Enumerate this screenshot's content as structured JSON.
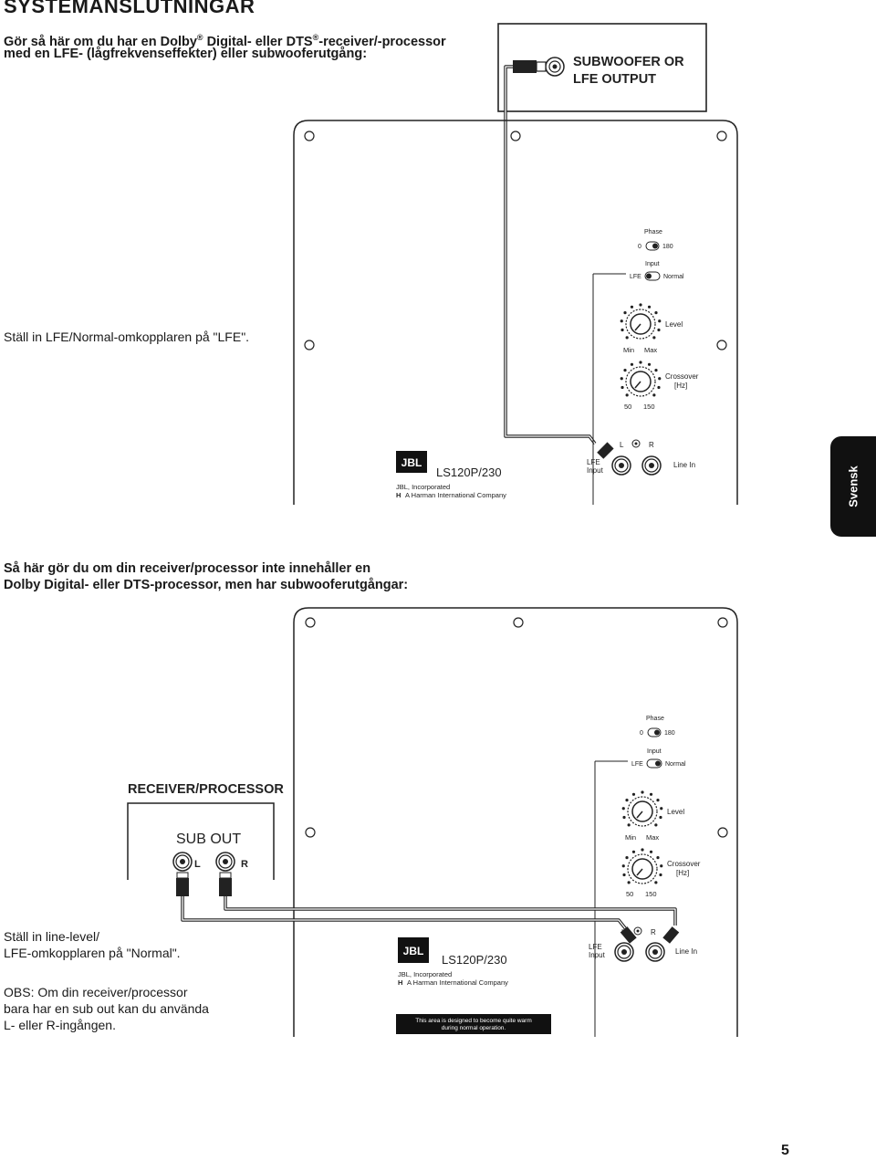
{
  "heading": "SYSTEMANSLUTNINGAR",
  "section1": {
    "intro_l1": "Gör så här om du har en Dolby",
    "intro_l1b": " Digital- eller DTS",
    "intro_l1c": "-receiver/-processor",
    "registered": "®",
    "intro_l2": "med en LFE- (lågfrekvenseffekter) eller subwooferutgång:",
    "source_box_l1": "SUBWOOFER OR",
    "source_box_l2": "LFE OUTPUT",
    "instruction": "Ställ in LFE/Normal-omkopplaren på \"LFE\"."
  },
  "section2": {
    "intro_l1": "Så här gör du om din receiver/processor inte innehåller en",
    "intro_l2": "Dolby Digital- eller DTS-processor, men har subwooferutgångar:",
    "receiver_title": "RECEIVER/PROCESSOR",
    "sub_out": "SUB OUT",
    "out_left": "L",
    "out_right": "R",
    "instruction_l1": "Ställ in line-level/",
    "instruction_l2": "LFE-omkopplaren på \"Normal\".",
    "note_l1": "OBS: Om din receiver/processor",
    "note_l2": "bara har en sub out kan du använda",
    "note_l3": "L- eller R-ingången.",
    "warning_l1": "This area is designed to become quite warm",
    "warning_l2": "during normal operation."
  },
  "panel": {
    "phase_label": "Phase",
    "phase_0": "0",
    "phase_180": "180",
    "input_label": "Input",
    "input_lfe": "LFE",
    "input_normal": "Normal",
    "level_label": "Level",
    "level_min": "Min",
    "level_max": "Max",
    "crossover_label": "Crossover",
    "crossover_unit": "[Hz]",
    "crossover_50": "50",
    "crossover_150": "150",
    "logo": "JBL",
    "model": "LS120P/230",
    "company": "JBL, Incorporated",
    "harman_mark": "H",
    "harman": "A Harman International Company",
    "lfe_input_l1": "LFE",
    "lfe_input_l2": "Input",
    "jack_left": "L",
    "jack_right": "R",
    "line_in": "Line In"
  },
  "side_tab": "Svensk",
  "page_number": "5"
}
